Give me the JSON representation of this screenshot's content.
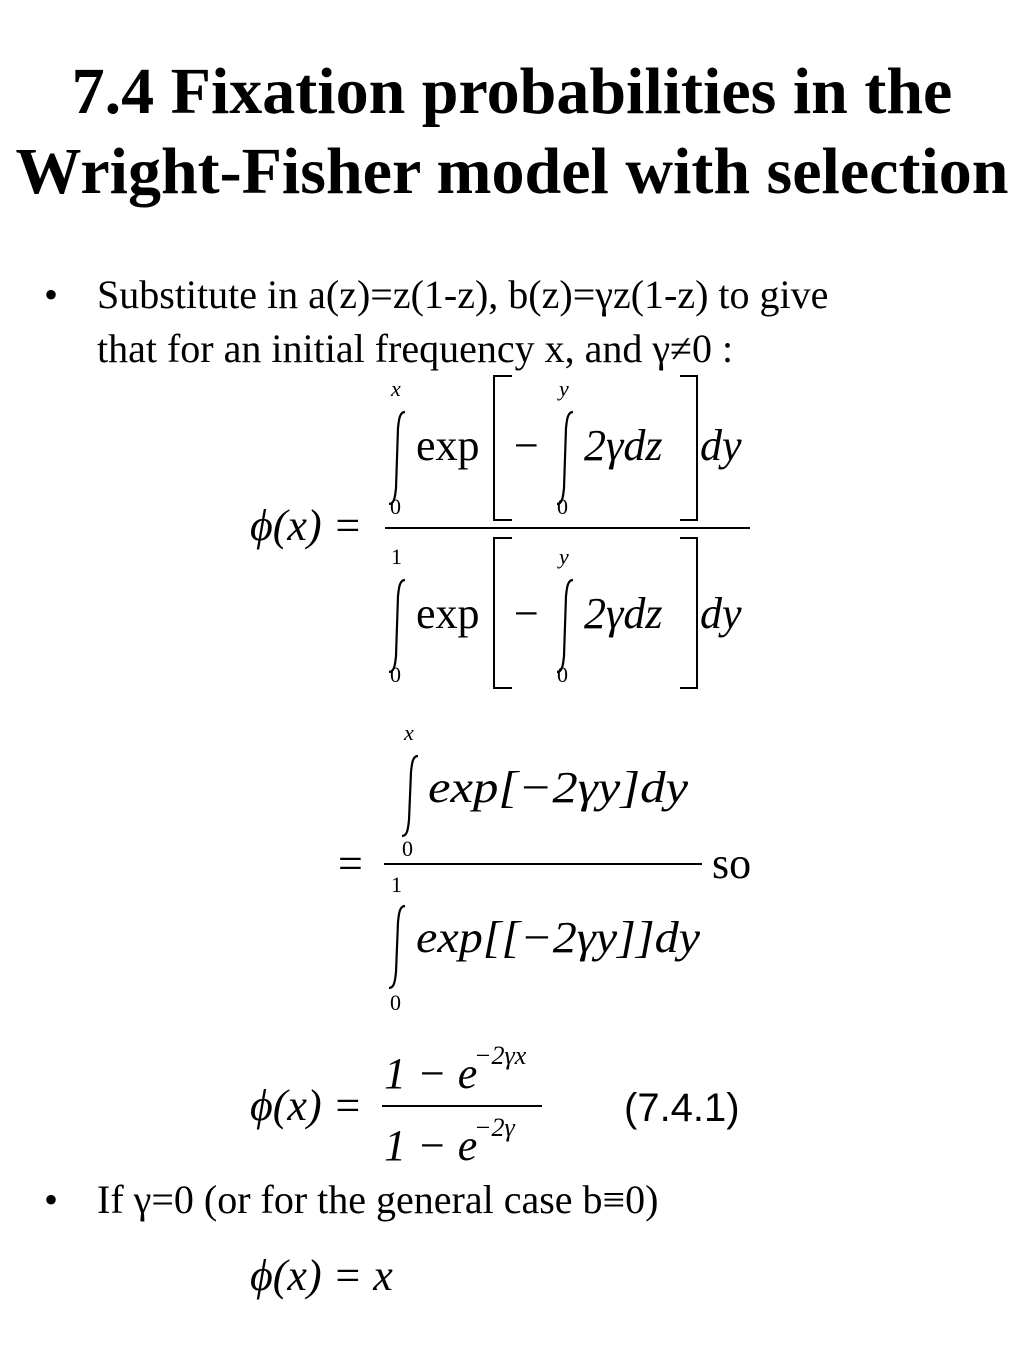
{
  "slide": {
    "title_line1": "7.4 Fixation probabilities in the",
    "title_line2": "Wright-Fisher model with selection"
  },
  "bullet1": {
    "marker": "•",
    "line1": "Substitute in a(z)=z(1-z), b(z)=γz(1-z) to give",
    "line2": "that for an initial frequency x, and γ≠0 :"
  },
  "eq1": {
    "lhs": "ϕ(x) =",
    "upper_outer": "x",
    "upper_outer_den": "1",
    "lower_outer": "0",
    "upper_inner": "y",
    "lower_inner": "0",
    "exp": "exp",
    "minus": "−",
    "integrand": "2γdz",
    "dy": "dy"
  },
  "eq2": {
    "eq": "=",
    "upper_num": "x",
    "lower_num": "0",
    "upper_den": "1",
    "lower_den": "0",
    "num_body": "exp[−2γy]dy",
    "den_body": "exp[[−2γy]]dy",
    "so": "so"
  },
  "eq3": {
    "lhs": "ϕ(x) =",
    "num_base": "1 − e",
    "num_exp": "−2γx",
    "den_base": "1 − e",
    "den_exp": "−2γ",
    "number": "(7.4.1)"
  },
  "bullet2": {
    "marker": "•",
    "text": "If γ=0 (or for the general case b≡0)"
  },
  "eq4": {
    "text": "ϕ(x) = x"
  }
}
